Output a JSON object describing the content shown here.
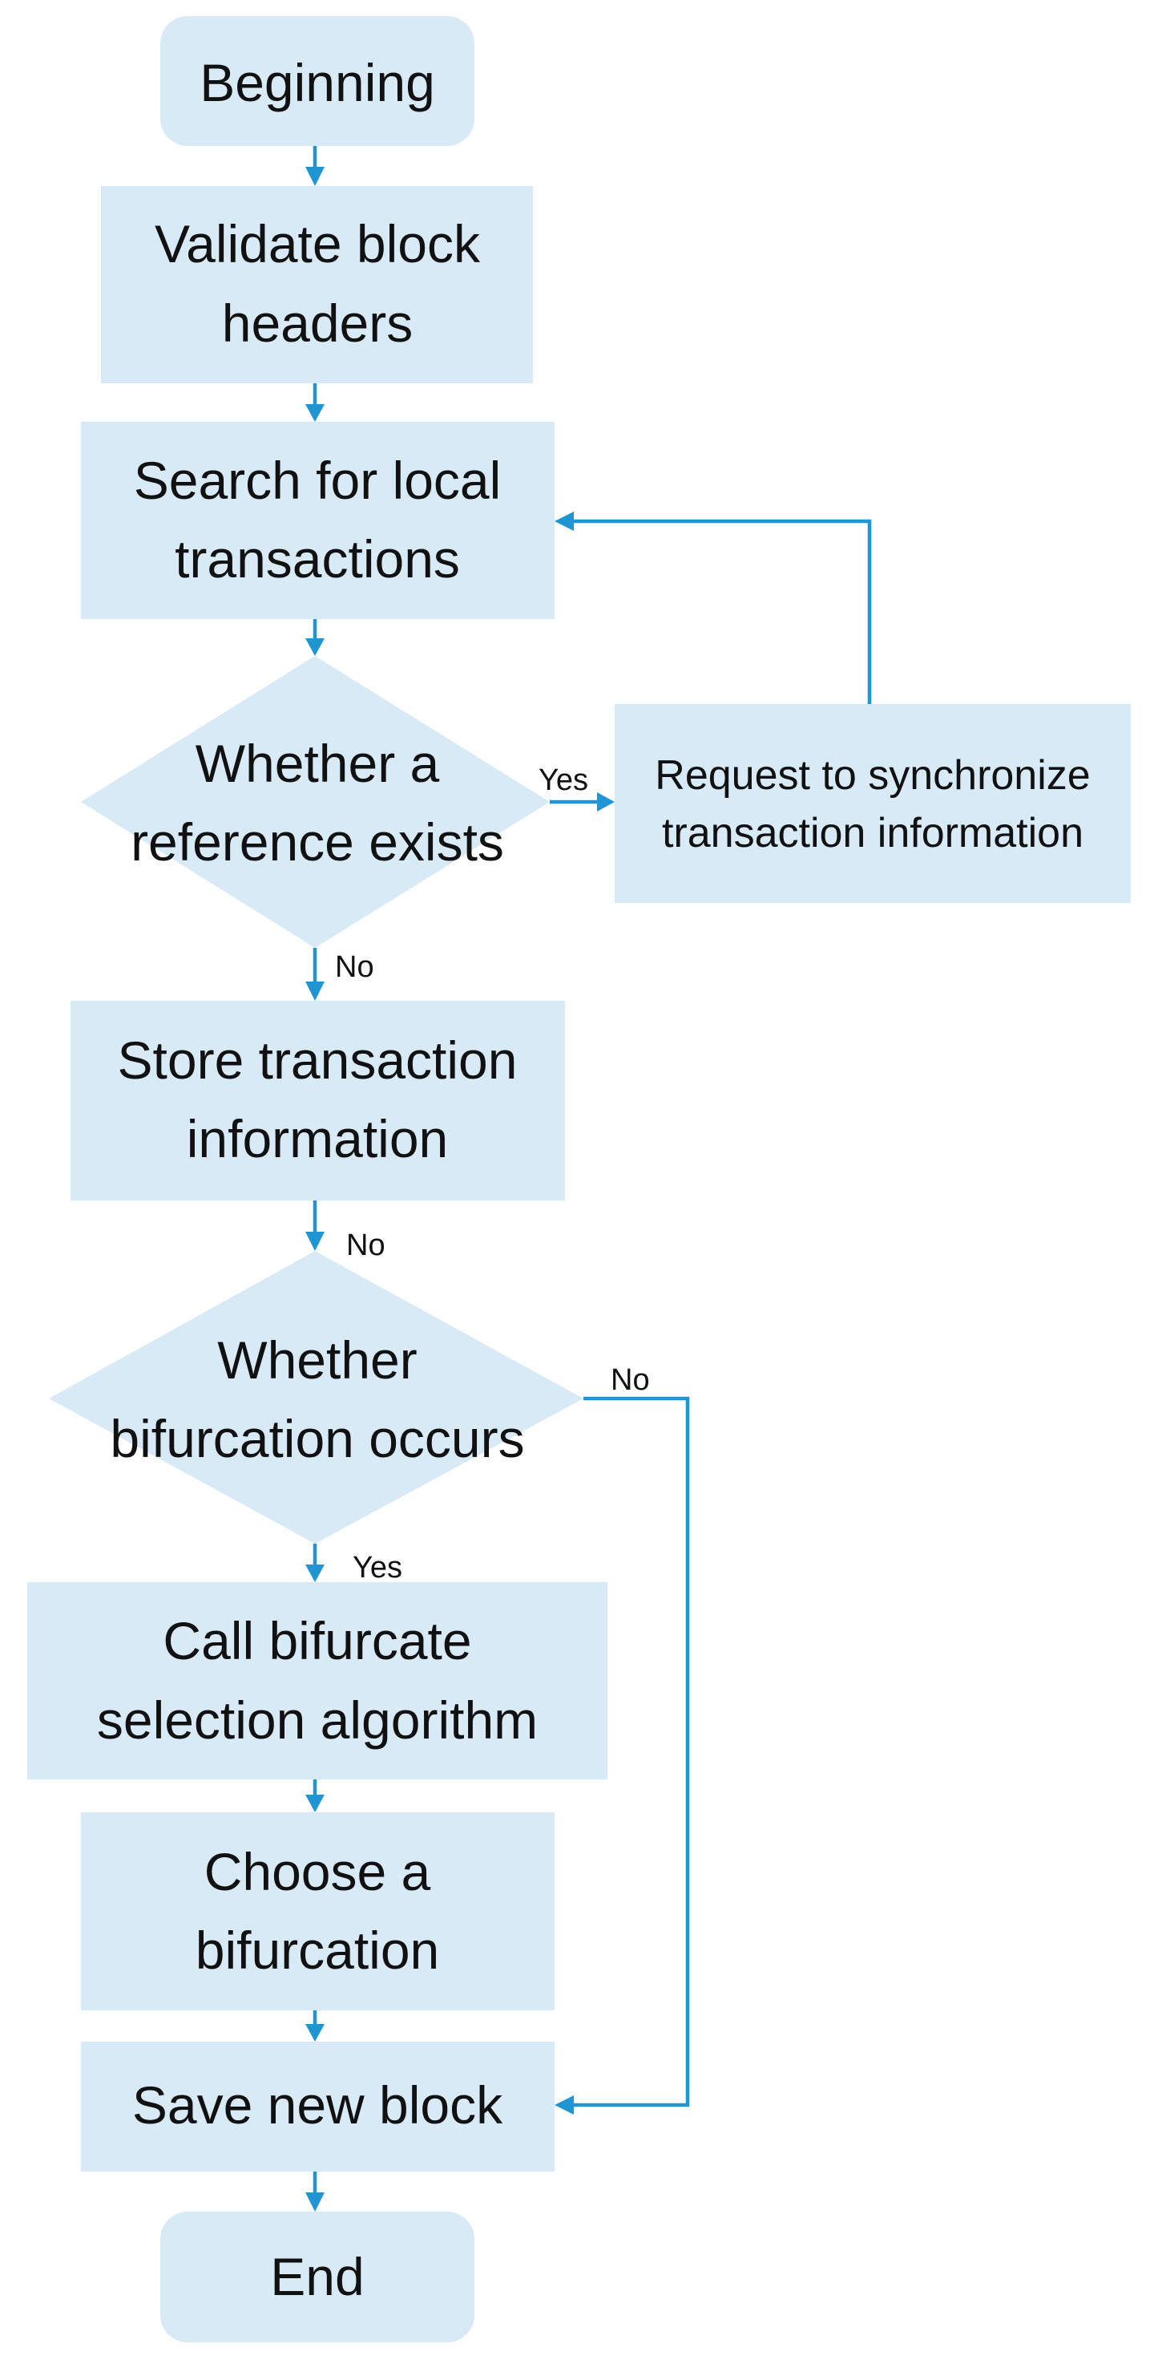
{
  "diagram": {
    "colors": {
      "node_fill": "#d9eaf7",
      "arrow": "#1f95d3",
      "text": "#111111"
    },
    "nodes": {
      "beginning": {
        "lines": [
          "Beginning"
        ]
      },
      "validate": {
        "lines": [
          "Validate block",
          "headers"
        ]
      },
      "search": {
        "lines": [
          "Search for local",
          "transactions"
        ]
      },
      "reference": {
        "lines": [
          "Whether a",
          "reference exists"
        ]
      },
      "request": {
        "lines": [
          "Request to synchronize",
          "transaction information"
        ]
      },
      "store": {
        "lines": [
          "Store transaction",
          "information"
        ]
      },
      "bifurcation_check": {
        "lines": [
          "Whether",
          "bifurcation occurs"
        ]
      },
      "call_algo": {
        "lines": [
          "Call bifurcate",
          "selection algorithm"
        ]
      },
      "choose": {
        "lines": [
          "Choose a",
          "bifurcation"
        ]
      },
      "save": {
        "lines": [
          "Save new block"
        ]
      },
      "end": {
        "lines": [
          "End"
        ]
      }
    },
    "edge_labels": {
      "reference_yes": "Yes",
      "reference_no": "No",
      "store_no": "No",
      "bifurcation_no": "No",
      "bifurcation_yes": "Yes"
    }
  }
}
